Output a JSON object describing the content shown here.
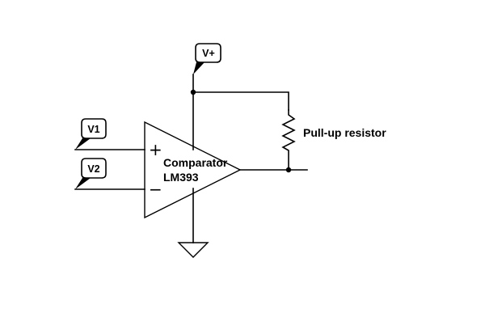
{
  "diagram": {
    "net_labels": {
      "vplus": "V+",
      "v1": "V1",
      "v2": "V2"
    },
    "comparator": {
      "name": "Comparator",
      "part": "LM393",
      "plus_symbol": "+",
      "minus_symbol": "−"
    },
    "resistor": {
      "label": "Pull-up resistor"
    }
  }
}
